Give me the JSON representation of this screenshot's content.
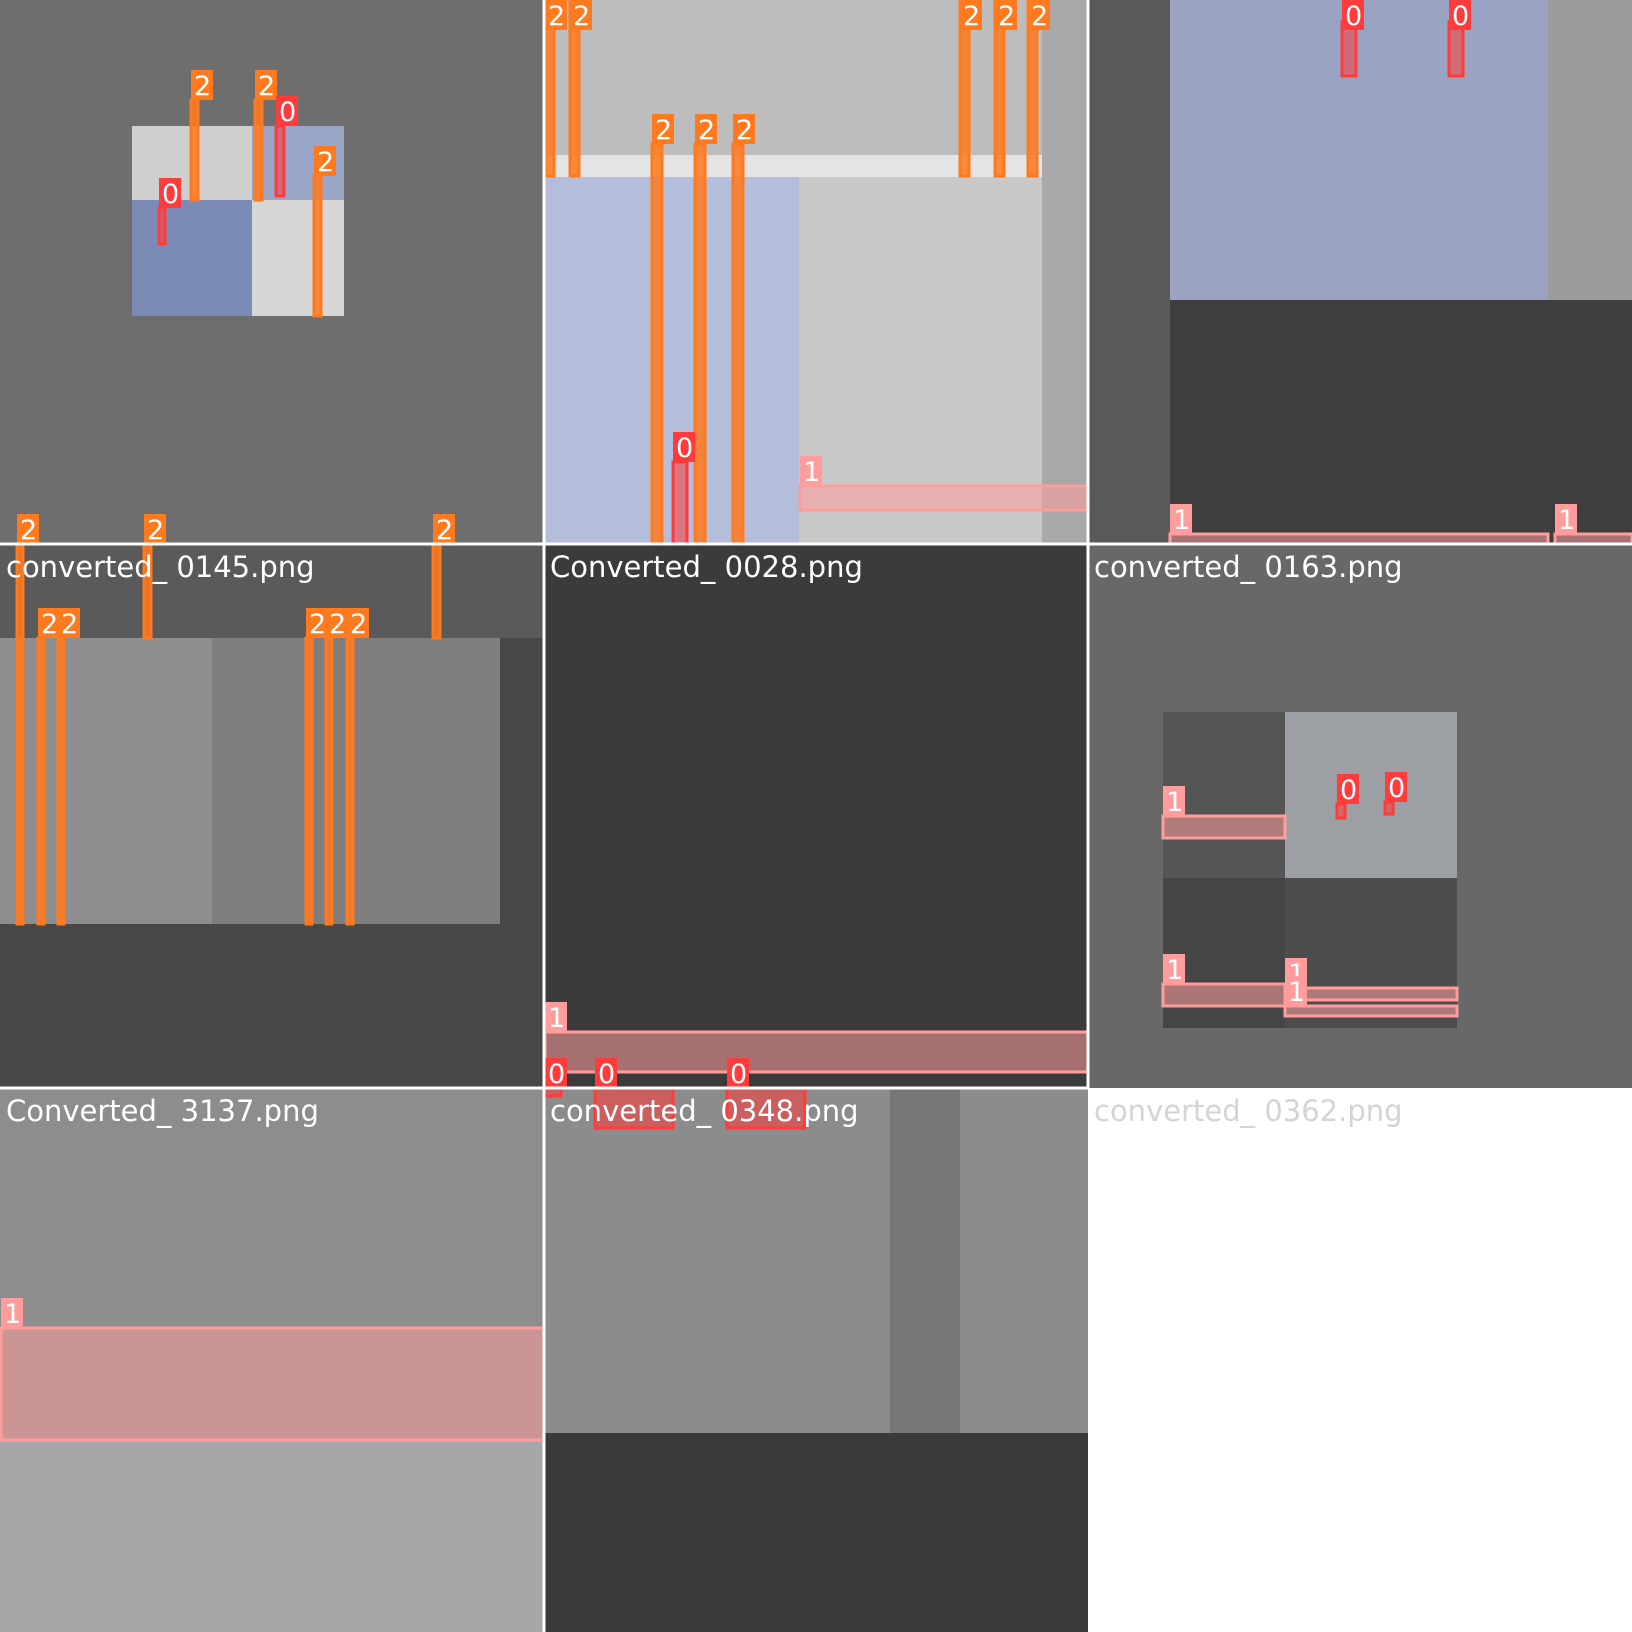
{
  "classes": [
    {
      "id": "0",
      "color": "#ff3b3b"
    },
    {
      "id": "1",
      "color": "#ff9c9c"
    },
    {
      "id": "2",
      "color": "#ff7a1f"
    }
  ],
  "captions": [
    "converted_ 0145.png",
    "Converted_ 0028.png",
    "converted_ 0163.png",
    "Converted_ 3137.png",
    "converted_ 0348.png",
    "converted_ 0362.png"
  ],
  "tile_labels": [
    [
      "2",
      "2",
      "0",
      "2",
      "0"
    ],
    [
      "2",
      "2",
      "2",
      "2",
      "2",
      "2",
      "2",
      "2",
      "0",
      "1"
    ],
    [
      "0",
      "0",
      "1",
      "1"
    ],
    [
      "2",
      "2",
      "2",
      "2",
      "2",
      "2",
      "2",
      "2",
      "2"
    ],
    [
      "1",
      "0",
      "0",
      "0"
    ],
    [
      "1",
      "0",
      "0",
      "1",
      "1",
      "1"
    ],
    [
      "1"
    ],
    []
  ]
}
